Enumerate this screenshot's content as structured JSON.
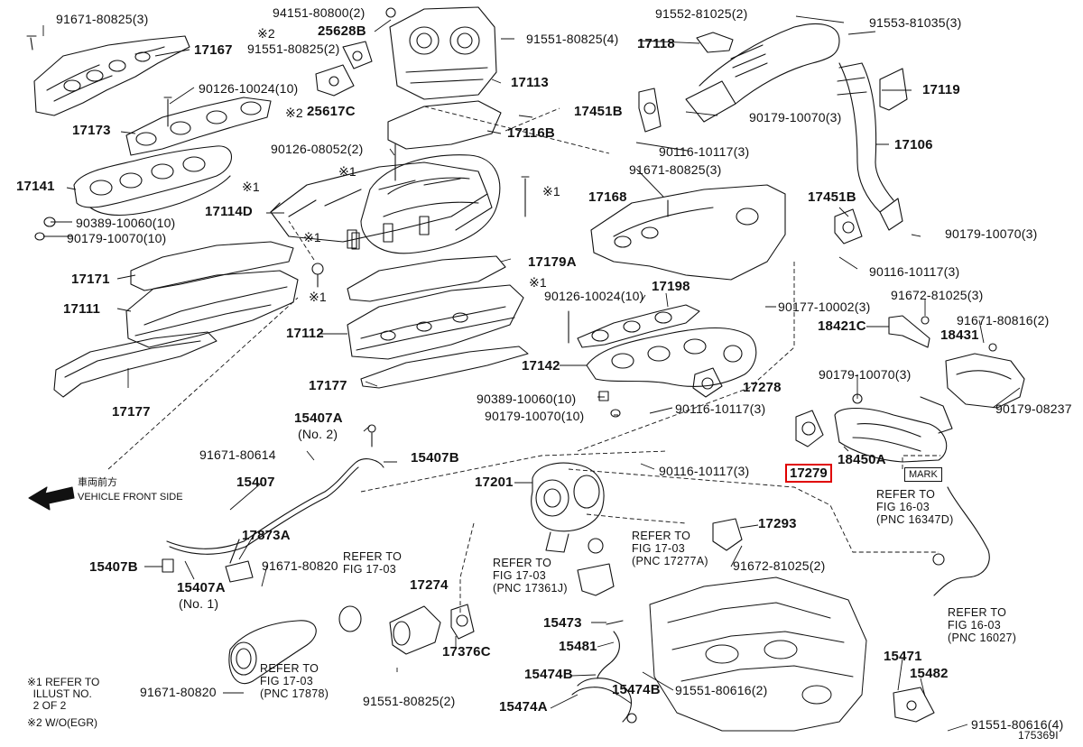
{
  "diagram_id": "175369I",
  "front_side_jp": "車両前方",
  "front_side_en": "VEHICLE FRONT SIDE",
  "mark_label": "MARK",
  "highlight_part": "17279",
  "notes": [
    "※1 REFER TO\n  ILLUST NO.\n  2 OF 2",
    "※2 W/O(EGR)"
  ],
  "refs": [
    "REFER TO\nFIG 17-03",
    "REFER TO\nFIG 17-03\n(PNC 17878)",
    "REFER TO\nFIG 17-03\n(PNC 17361J)",
    "REFER TO\nFIG 17-03\n(PNC 17277A)",
    "REFER TO\nFIG 16-03\n(PNC 16347D)",
    "REFER TO\nFIG 16-03\n(PNC 16027)"
  ],
  "labels": [
    "91671-80825(3)",
    "17167",
    "94151-80800(2)",
    "25628B",
    "※2",
    "91551-80825(2)",
    "91551-80825(4)",
    "17113",
    "90126-10024(10)",
    "※2",
    "25617C",
    "17173",
    "90126-08052(2)",
    "17116B",
    "※1",
    "※1",
    "17141",
    "※1",
    "17114D",
    "90389-10060(10)",
    "90179-10070(10)",
    "※1",
    "17171",
    "17179A",
    "17111",
    "※1",
    "※1",
    "17112",
    "17177",
    "17177",
    "90126-10024(10)",
    "17198",
    "17142",
    "17278",
    "90389-10060(10)",
    "90179-10070(10)",
    "90116-10117(3)",
    "15407A",
    "(No. 2)",
    "91671-80614",
    "15407B",
    "15407",
    "17201",
    "90116-10117(3)",
    "17873A",
    "15407B",
    "15407A",
    "(No. 1)",
    "91671-80820",
    "17274",
    "17376C",
    "91671-80820",
    "91551-80825(2)",
    "15473",
    "15481",
    "15474B",
    "15474B",
    "91551-80616(2)",
    "15474A",
    "17293",
    "91672-81025(2)",
    "15471",
    "15482",
    "91551-80616(4)",
    "91552-81025(2)",
    "91553-81035(3)",
    "17118",
    "17119",
    "17451B",
    "90179-10070(3)",
    "90116-10117(3)",
    "17106",
    "91671-80825(3)",
    "17168",
    "17451B",
    "90179-10070(3)",
    "90116-10117(3)",
    "90177-10002(3)",
    "91672-81025(3)",
    "18421C",
    "91671-80816(2)",
    "18431",
    "90179-10070(3)",
    "90179-08237",
    "18450A"
  ]
}
